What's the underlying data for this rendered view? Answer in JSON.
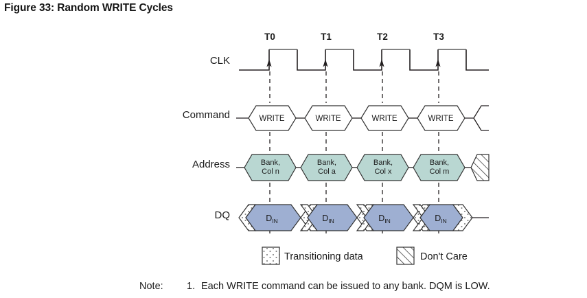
{
  "figure": {
    "title": "Figure 33: Random WRITE Cycles"
  },
  "timing": {
    "tick_labels": [
      "T0",
      "T1",
      "T2",
      "T3"
    ],
    "row_labels": {
      "clk": "CLK",
      "command": "Command",
      "address": "Address",
      "dq": "DQ"
    },
    "command_cells": [
      "WRITE",
      "WRITE",
      "WRITE",
      "WRITE"
    ],
    "address_cells": [
      {
        "line1": "Bank,",
        "line2": "Col n"
      },
      {
        "line1": "Bank,",
        "line2": "Col a"
      },
      {
        "line1": "Bank,",
        "line2": "Col x"
      },
      {
        "line1": "Bank,",
        "line2": "Col m"
      }
    ],
    "dq_cells": [
      {
        "main": "D",
        "sub": "IN"
      },
      {
        "main": "D",
        "sub": "IN"
      },
      {
        "main": "D",
        "sub": "IN"
      },
      {
        "main": "D",
        "sub": "IN"
      }
    ]
  },
  "legend": {
    "transitioning_label": "Transitioning data",
    "dont_care_label": "Don't Care"
  },
  "note": {
    "prefix": "Note:",
    "number": "1.",
    "text": "Each WRITE command can be issued to any bank. DQM is LOW."
  },
  "colors": {
    "address_fill": "#b9d7d2",
    "dq_fill": "#9eafd2",
    "command_fill": "#ffffff",
    "stroke": "#333333",
    "clk_top": "#5c5c5c",
    "text": "#1a1a1a"
  }
}
